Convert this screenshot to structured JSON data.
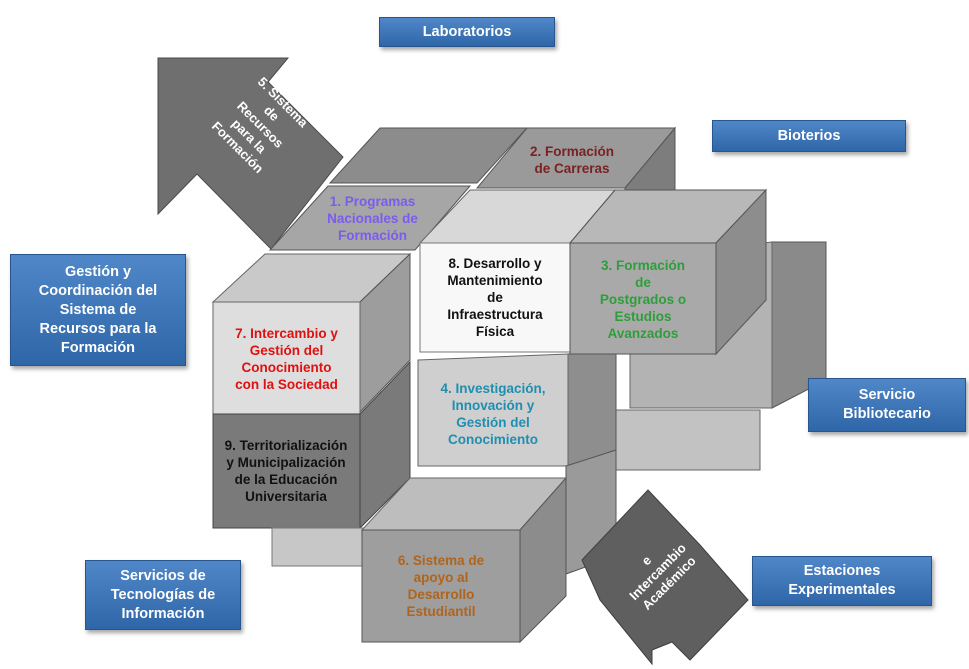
{
  "colors": {
    "programas": "#7a5cf0",
    "formacion_carreras": "#7a2222",
    "postgrados": "#2e9e3a",
    "investigacion": "#1e8fb0",
    "desarrollo_estudiantil": "#b0641c",
    "intercambio": "#e01010",
    "dark_text": "#111111",
    "box_blue": "#3a72b8"
  },
  "services": {
    "laboratorios": "Laboratorios",
    "bioterios": "Bioterios",
    "gestion": "Gestión y\nCoordinación del\nSistema de\nRecursos para la\nFormación",
    "biblioteca": "Servicio\nBibliotecario",
    "tecnologias": "Servicios de\nTecnologías de\nInformación",
    "estaciones": "Estaciones\nExperimentales"
  },
  "arrows": {
    "sistema_recursos": "5. Sistema\nde\nRecursos\npara la\nFormación",
    "intercambio_academico": "e\nIntercambio\nAcadémico"
  },
  "faces": {
    "programas": "1. Programas\nNacionales de\nFormación",
    "formacion_carreras": "2. Formación\nde Carreras",
    "postgrados": "3. Formación\nde\nPostgrados o\nEstudios\nAvanzados",
    "investigacion": "4. Investigación,\nInnovación y\nGestión del\nConocimiento",
    "desarrollo_estudiantil": "6. Sistema de\napoyo al\nDesarrollo\nEstudiantil",
    "intercambio": "7. Intercambio y\nGestión del\nConocimiento\ncon la Sociedad",
    "infraestructura": "8. Desarrollo y\nMantenimiento\nde\nInfraestructura\nFísica",
    "territorializacion": "9. Territorialización\ny Municipalización\nde la Educación\nUniversitaria"
  }
}
